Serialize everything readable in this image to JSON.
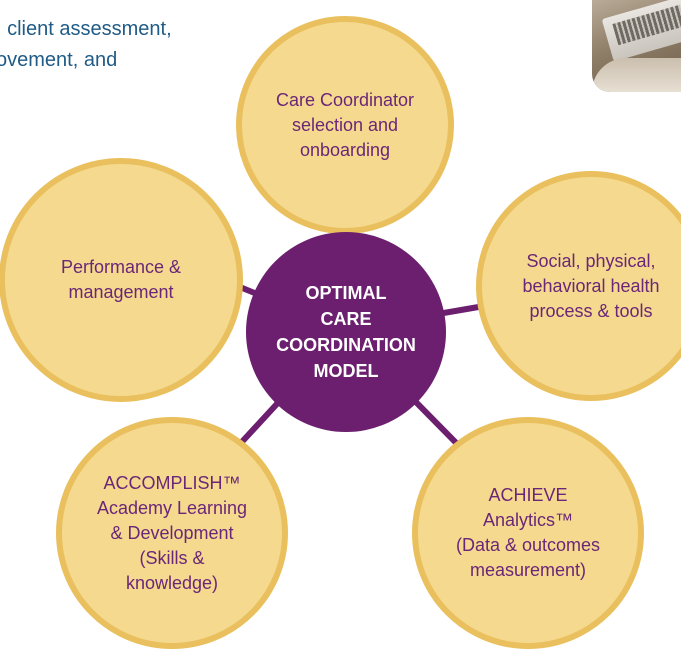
{
  "intro_text": ", client assessment,\novement, and",
  "hub": {
    "label": "OPTIMAL\nCARE\nCOORDINATION\nMODEL"
  },
  "nodes": {
    "top": "Care Coordinator\nselection and\nonboarding",
    "upper_left": "Performance &\nmanagement",
    "upper_right": "Social, physical,\nbehavioral health\nprocess & tools",
    "lower_left": "ACCOMPLISH™\nAcademy Learning\n& Development\n(Skills &\nknowledge)",
    "lower_right": "ACHIEVE\nAnalytics™\n(Data & outcomes\nmeasurement)"
  },
  "colors": {
    "node_fill": "#f4d98f",
    "node_border": "#e9c05d",
    "node_text": "#6b2777",
    "hub_fill": "#6b1f6e",
    "hub_text": "#ffffff",
    "connector": "#6b1f6e",
    "intro_text": "#1f5b86"
  },
  "image": {
    "icon": "laptop-photo"
  }
}
